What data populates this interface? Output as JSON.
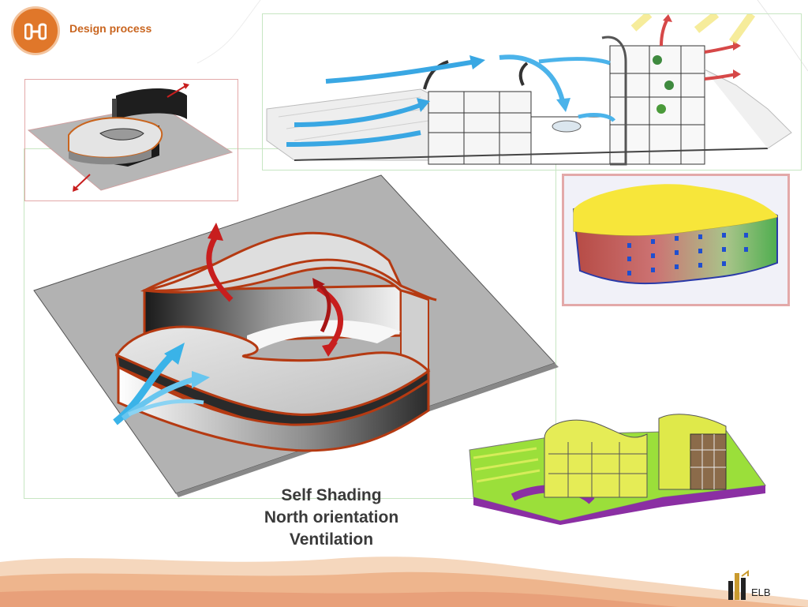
{
  "header": {
    "title": "Design process",
    "icon": "connector-icon"
  },
  "caption": {
    "line1": "Self Shading",
    "line2": "North orientation",
    "line3": "Ventilation"
  },
  "logo": {
    "text": "ELB",
    "icon": "building-logo-icon"
  },
  "colors": {
    "accent": "#e0772a",
    "heading": "#c9651f",
    "caption": "#3a3a3a",
    "wind_arrow": "#3ab3e8",
    "heat_arrow": "#c81e1e",
    "frame_green": "#c7e6c2",
    "frame_pink": "#e3a9a9"
  }
}
